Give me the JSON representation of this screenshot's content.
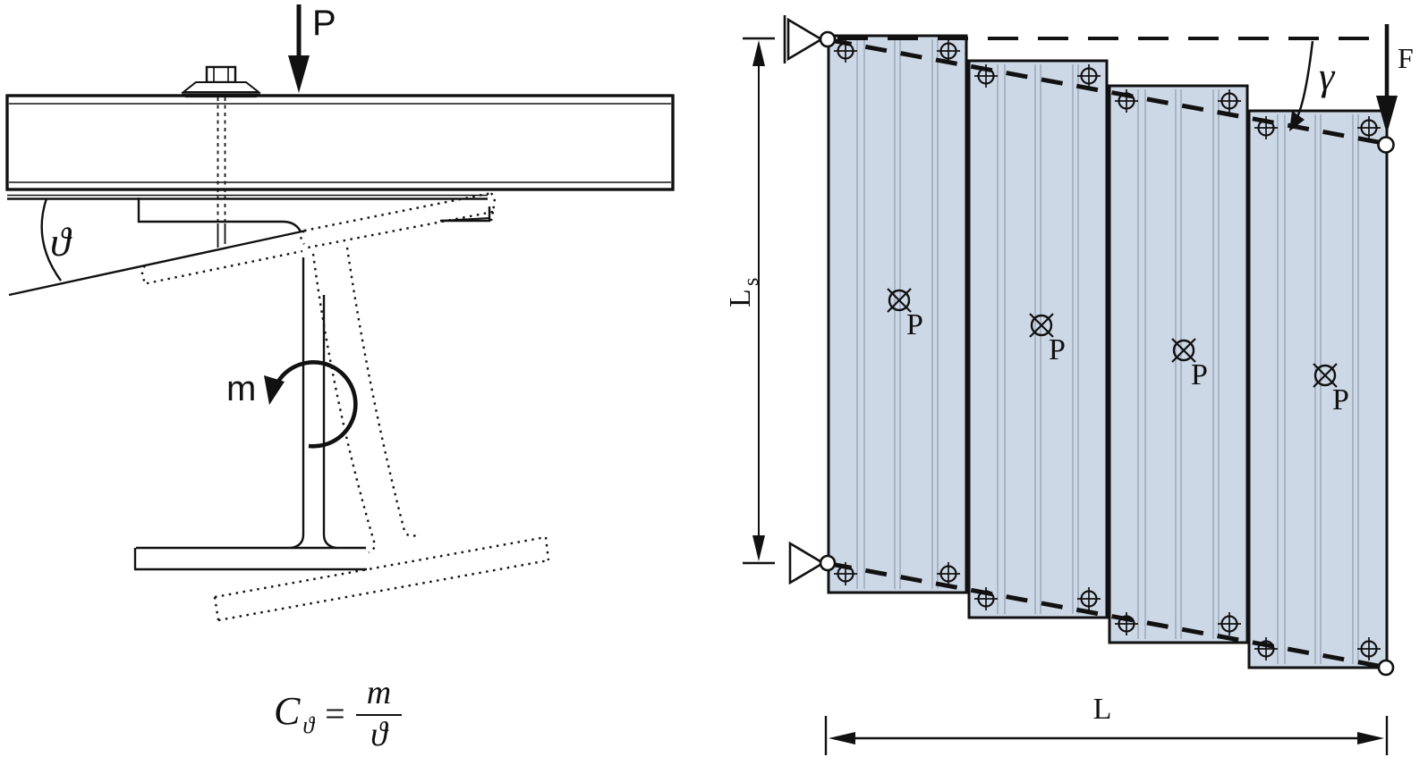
{
  "canvas": {
    "background": "#ffffff",
    "line_color": "#111111",
    "panel_fill": "#cdd8e6",
    "panel_grain_color": "#8f9cae"
  },
  "left_figure": {
    "description_labels": {
      "load_label": "P",
      "rotation_label": "ϑ",
      "moment_label": "m"
    },
    "load_label": "P",
    "rotation_label": "ϑ",
    "moment_label": "m",
    "formula": {
      "lhs": "C",
      "lhs_sub": "ϑ",
      "equals": "=",
      "numerator": "m",
      "denominator": "ϑ"
    }
  },
  "right_figure": {
    "force_label": "F",
    "shear_angle_label": "γ",
    "span_label": "L",
    "panel_height_label": {
      "main": "L",
      "sub": "s"
    },
    "panels": [
      {
        "load_label": "P"
      },
      {
        "load_label": "P"
      },
      {
        "load_label": "P"
      },
      {
        "load_label": "P"
      }
    ]
  }
}
